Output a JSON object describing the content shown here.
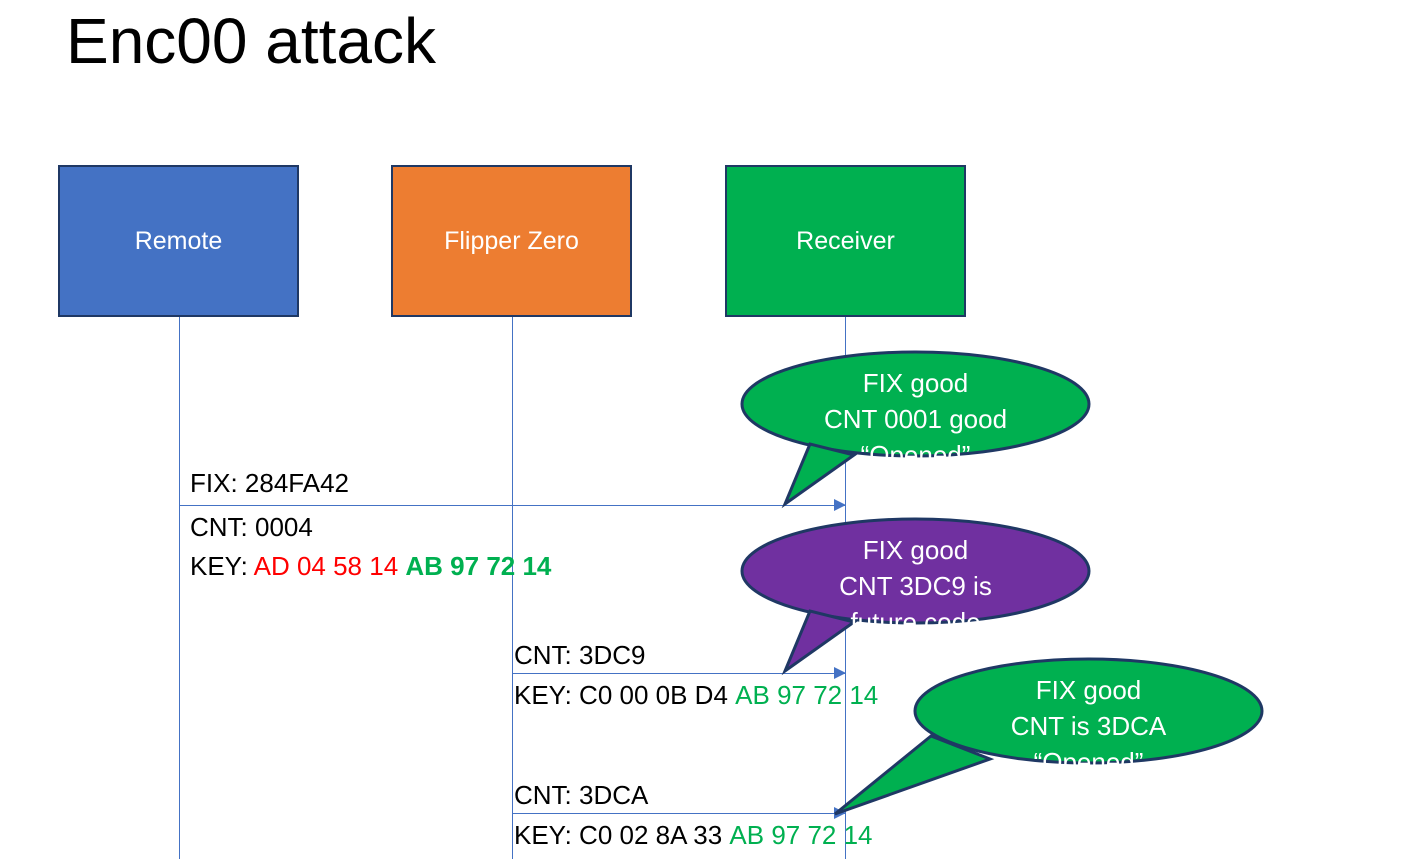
{
  "slide": {
    "title": "Enc00 attack"
  },
  "actors": [
    {
      "id": "remote",
      "label": "Remote",
      "color": "#4472C4"
    },
    {
      "id": "flipper",
      "label": "Flipper Zero",
      "color": "#ED7D31"
    },
    {
      "id": "receiver",
      "label": "Receiver",
      "color": "#00B050"
    }
  ],
  "colors": {
    "blue": "#4472C4",
    "orange": "#ED7D31",
    "green": "#00B050",
    "purple": "#7030A0",
    "border": "#1F3864",
    "red": "#FF0000",
    "black": "#000000",
    "arrow": "#4472C4"
  },
  "messages": [
    {
      "id": "msg1",
      "from": "remote",
      "to": "receiver",
      "lines": [
        {
          "id": "fix1",
          "prefix": "FIX: ",
          "value": "284FA42"
        },
        {
          "id": "cnt1",
          "prefix": "CNT: ",
          "value": "0004"
        },
        {
          "id": "key1",
          "prefix": "KEY: ",
          "part_red": "AD 04 58 14",
          "part_green": "AB 97 72 14"
        }
      ]
    },
    {
      "id": "msg2",
      "from": "flipper",
      "to": "receiver",
      "lines": [
        {
          "id": "cnt2",
          "prefix": "CNT: ",
          "value": "3DC9"
        },
        {
          "id": "key2",
          "prefix": "KEY: ",
          "part_black": "C0 00 0B D4",
          "part_green": "AB 97 72 14"
        }
      ]
    },
    {
      "id": "msg3",
      "from": "flipper",
      "to": "receiver",
      "lines": [
        {
          "id": "cnt3",
          "prefix": "CNT: ",
          "value": "3DCA"
        },
        {
          "id": "key3",
          "prefix": "KEY: ",
          "part_black": "C0 02 8A 33",
          "part_green": "AB 97 72 14"
        }
      ]
    }
  ],
  "bubbles": [
    {
      "id": "bubble1",
      "color": "#00B050",
      "line1": "FIX good",
      "line2": "CNT 0001 good",
      "line3": "“Opened”"
    },
    {
      "id": "bubble2",
      "color": "#7030A0",
      "line1": "FIX good",
      "line2": "CNT 3DC9 is",
      "line3": "future code"
    },
    {
      "id": "bubble3",
      "color": "#00B050",
      "line1": "FIX good",
      "line2": "CNT is 3DCA",
      "line3": "“Opened”"
    }
  ]
}
